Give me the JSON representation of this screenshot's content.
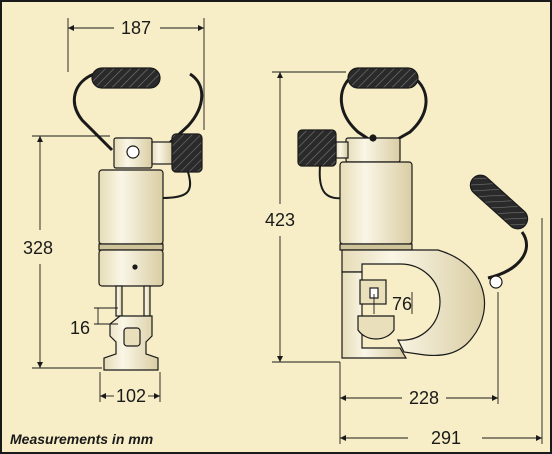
{
  "caption": "Measurements in mm",
  "dimensions": {
    "top_width": "187",
    "front_height": "328",
    "side_height": "423",
    "stroke": "16",
    "base_width": "102",
    "throat": "76",
    "side_depth": "228",
    "overall_depth": "291"
  },
  "colors": {
    "background": "#f7eec7",
    "ink": "#1a1a1a",
    "body_cream": "#f4edd2",
    "grip_black": "#2a2a2a"
  }
}
